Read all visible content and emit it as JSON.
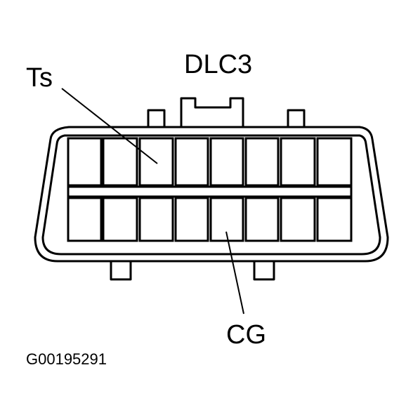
{
  "connector_name": "DLC3",
  "terminals": {
    "ts": "Ts",
    "cg": "CG"
  },
  "figure_id": "G00195291"
}
